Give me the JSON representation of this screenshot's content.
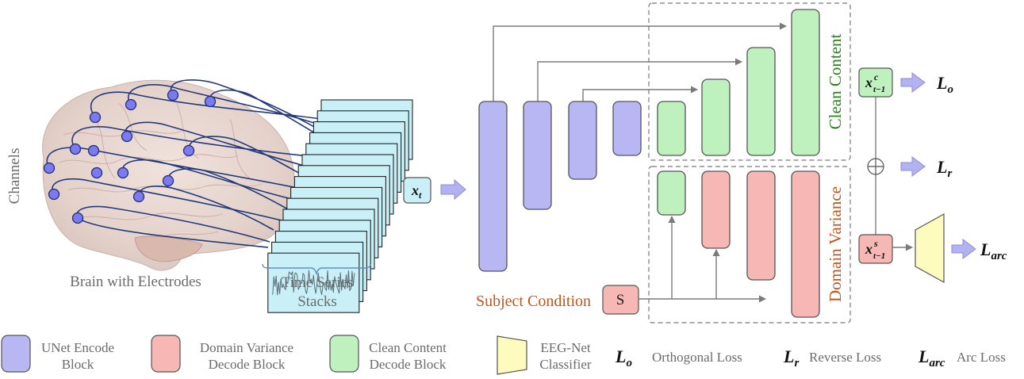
{
  "brain": {
    "channels_label": "Channels",
    "caption": "Brain with Electrodes"
  },
  "time_series": {
    "caption_line1": "Time Series",
    "caption_line2": "Stacks"
  },
  "input_var": "x",
  "input_var_sub": "t",
  "groups": {
    "clean": "Clean Content",
    "domain": "Domain Variance"
  },
  "subject": {
    "label": "Subject Condition",
    "token": "S"
  },
  "outputs": {
    "clean_var": "x",
    "clean_sup": "c",
    "clean_sub": "t−1",
    "domain_var": "x",
    "domain_sup": "s",
    "domain_sub": "t−1",
    "combine_symbol": "⊕"
  },
  "losses": {
    "lo": "L",
    "lo_sub": "o",
    "lr": "L",
    "lr_sub": "r",
    "larc": "L",
    "larc_sub": "arc"
  },
  "legend": {
    "unet_line1": "UNet Encode",
    "unet_line2": "Block",
    "dv_line1": "Domain Variance",
    "dv_line2": "Decode Block",
    "cc_line1": "Clean Content",
    "cc_line2": "Decode Block",
    "eeg_line1": "EEG-Net",
    "eeg_line2": "Classifier",
    "orth_sym": "L",
    "orth_sub": "o",
    "orth_label": "Orthogonal Loss",
    "rev_sym": "L",
    "rev_sub": "r",
    "rev_label": "Reverse Loss",
    "arc_sym": "L",
    "arc_sub": "arc",
    "arc_label": "Arc Loss"
  },
  "colors": {
    "encode": "#b8b6f3",
    "domain_variance": "#f6b7b5",
    "clean_content": "#bff1bf",
    "classifier": "#fdfbbd",
    "clean_label": "#2f7d1f",
    "domain_label": "#c0561c",
    "subject_label": "#c0561c",
    "input_box": "#c9f0f6"
  }
}
